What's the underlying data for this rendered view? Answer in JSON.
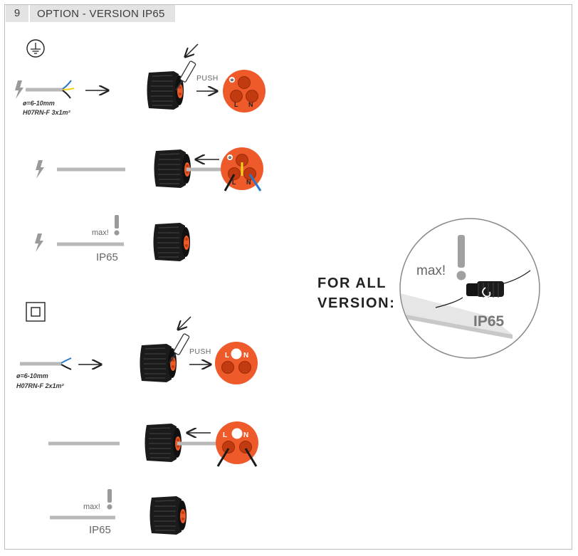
{
  "header": {
    "number": "9",
    "title": "OPTION - VERSION IP65"
  },
  "earth_version": {
    "cable_diameter": "ø=6-10mm",
    "cable_type": "H07RN-F 3x1m²",
    "push_label": "PUSH",
    "pins": [
      "L",
      "N"
    ],
    "max_label": "max!",
    "ip_label": "IP65"
  },
  "class2_version": {
    "cable_diameter": "ø=6-10mm",
    "cable_type": "H07RN-F 2x1m²",
    "push_label": "PUSH",
    "pins": [
      "L",
      "N"
    ],
    "max_label": "max!",
    "ip_label": "IP65"
  },
  "detail": {
    "label_line1": "FOR ALL",
    "label_line2": "VERSION:",
    "max_label": "max!",
    "ip_label": "IP65"
  },
  "colors": {
    "connector_orange": "#ee5a2a",
    "connector_body": "#1a1a1a",
    "cable_grey": "#b9b9b9",
    "wire_yellow": "#f2d21b",
    "wire_blue": "#2a78c8"
  },
  "icons": [
    "protective-earth-icon",
    "double-insulation-icon",
    "lightning-icon",
    "screwdriver-icon",
    "exclamation-icon"
  ]
}
